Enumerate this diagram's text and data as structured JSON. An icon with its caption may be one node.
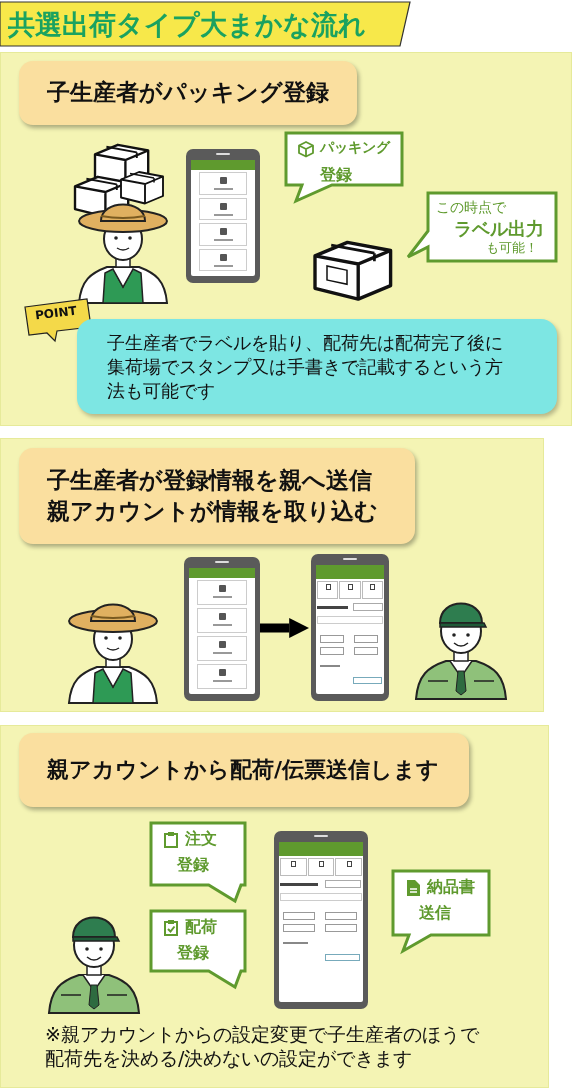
{
  "diagram": {
    "title": "共選出荷タイプ大まかな流れ",
    "nodes": [
      {
        "text": [],
        "shape": "box"
      },
      {
        "text": [
          "子生産者がパッキング登録"
        ],
        "in": 0
      },
      {
        "text": [],
        "shape": "picture",
        "in": 0
      },
      {
        "text": [],
        "shape": "picture",
        "in": 0
      },
      {
        "text": [
          "パッキング",
          "登録"
        ],
        "in": 0
      },
      {
        "text": [
          "この時点で",
          "ラベル出力",
          "も可能！"
        ],
        "in": 0
      },
      {
        "text": [],
        "shape": "picture",
        "in": 0
      },
      {
        "text": [
          "POINT"
        ],
        "in": 0
      },
      {
        "text": [
          "子生産者でラベルを貼り、配荷先は配荷完了後に集荷場でスタンプ又は手書きで記載するという方法も可能です"
        ],
        "in": 0
      },
      {
        "text": [],
        "shape": "box"
      },
      {
        "text": [
          "子生産者が登録情報を親へ送信親アカウントが情報を取り込む"
        ],
        "in": 9
      },
      {
        "text": [],
        "shape": "picture",
        "in": 9
      },
      {
        "text": [],
        "shape": "picture",
        "in": 9
      },
      {
        "text": [],
        "shape": "picture",
        "in": 9
      },
      {
        "text": [],
        "shape": "picture",
        "in": 9
      },
      {
        "text": [],
        "shape": "box"
      },
      {
        "text": [
          "親アカウントから配荷/伝票送信します"
        ],
        "in": 15
      },
      {
        "text": [],
        "shape": "picture",
        "in": 15
      },
      {
        "text": [
          "注文",
          "登録"
        ],
        "in": 15
      },
      {
        "text": [
          "配荷",
          "登録"
        ],
        "in": 15
      },
      {
        "text": [],
        "shape": "picture",
        "in": 15
      },
      {
        "text": [
          "納品書",
          "送信"
        ],
        "in": 15
      }
    ],
    "edges": [
      {
        "from": 12,
        "to": 13,
        "arrow": "to"
      }
    ],
    "labels": [
      "※親アカウントからの設定変更で子生産者のほうで配荷先を決める/決めないの設定ができます"
    ]
  }
}
